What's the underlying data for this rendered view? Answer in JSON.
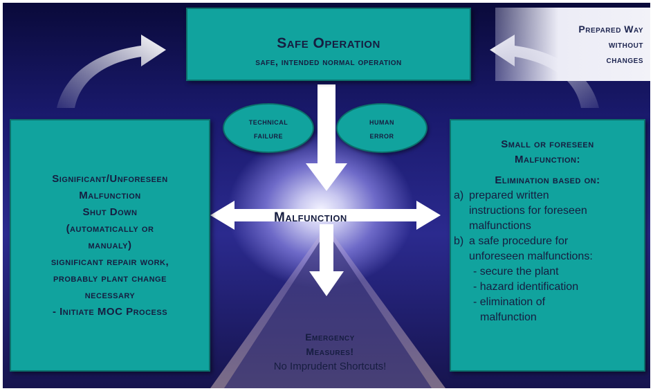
{
  "safe_operation": {
    "title": "Safe Operation",
    "subtitle": "safe, intended normal operation"
  },
  "prepared_way": [
    "Prepared Way",
    "without",
    "changes"
  ],
  "causes": {
    "technical": [
      "technical",
      "failure"
    ],
    "human": [
      "human",
      "error"
    ]
  },
  "malfunction_label": "Malfunction",
  "left_box": {
    "lines": [
      "Significant/Unforeseen",
      "Malfunction",
      "Shut Down",
      "(automatically or",
      "manualy)",
      "significant repair work,",
      "probably plant change",
      "necessary",
      "- Initiate MOC Process"
    ]
  },
  "right_box": {
    "title_lines": [
      "Small or foreseen",
      "Malfunction:"
    ],
    "elimination_heading": "Elimination based on:",
    "items": [
      {
        "marker": "a)",
        "lines": [
          "prepared written",
          "instructions for foreseen",
          "malfunctions"
        ]
      },
      {
        "marker": "b)",
        "lines": [
          "a safe procedure for",
          "unforeseen malfunctions:"
        ]
      }
    ],
    "sub_items": [
      [
        "- secure the plant"
      ],
      [
        "- hazard identification"
      ],
      [
        "- elimination of",
        "malfunction"
      ]
    ]
  },
  "emergency": {
    "title_lines": [
      "Emergency",
      "Measures!"
    ],
    "subtitle": "No Imprudent Shortcuts!"
  },
  "colors": {
    "box_fill": "#11a39e",
    "box_border": "#0c6f6b",
    "text": "#161d40",
    "background_dark": "#1a1a6e",
    "arrow": "#ffffff"
  }
}
